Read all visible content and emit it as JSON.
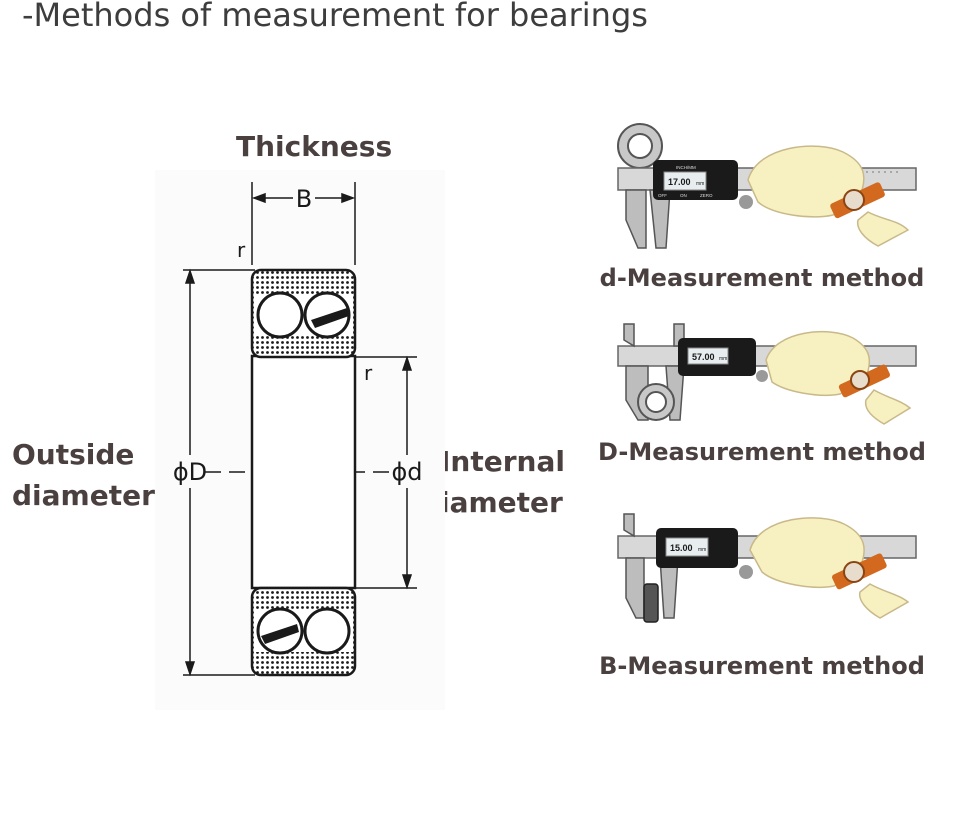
{
  "header": {
    "title": "-Methods of measurement for bearings"
  },
  "diagram": {
    "labels": {
      "thickness": "Thickness",
      "outside_diameter": [
        "Outside",
        "diameter"
      ],
      "internal_diameter": [
        "Internal",
        "iameter"
      ]
    },
    "dimension_marks": {
      "width": "B",
      "radius_top": "r",
      "radius_inner": "r",
      "outer_diameter": "ϕD",
      "inner_diameter": "ϕd"
    }
  },
  "methods": [
    {
      "label": "d-Measurement method",
      "reading": "17.00",
      "unit": "mm"
    },
    {
      "label": "D-Measurement method",
      "reading": "57.00",
      "unit": "mm"
    },
    {
      "label": "B-Measurement method",
      "reading": "15.00",
      "unit": "mm"
    }
  ],
  "caliper_display": {
    "mode": "INCH/MM",
    "off": "OFF",
    "on": "ON",
    "zero": "ZERO"
  },
  "colors": {
    "text": "#4a4040",
    "skin": "#f7f0c0",
    "strap": "#d2691e",
    "caliper_body": "#1a1a1a"
  }
}
